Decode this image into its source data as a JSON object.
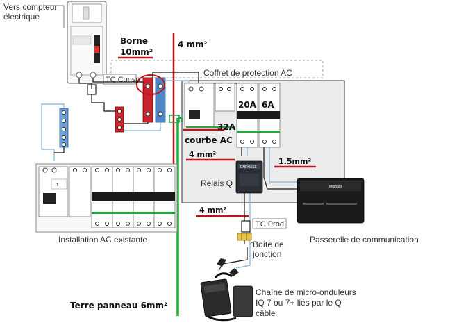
{
  "labels": {
    "meter_line1": "Vers compteur",
    "meter_line2": "électrique",
    "borne_line1": "Borne",
    "borne_line2": "10mm²",
    "top_wire": "4 mm²",
    "coffret": "Coffret de protection AC",
    "tc_conso": "TC Conso.",
    "breaker_20a": "20A",
    "breaker_6a": "6A",
    "b32a": "32A",
    "courbe_ac": "courbe AC",
    "wire_4mm_a": "4 mm²",
    "wire_15mm": "1.5mm²",
    "relais_q": "Relais Q",
    "wire_4mm_b": "4 mm²",
    "tc_prod": "TC Prod.",
    "installation": "Installation AC existante",
    "passerelle": "Passerelle de communication",
    "boite_line1": "Boîte de",
    "boite_line2": "jonction",
    "chaine_line1": "Chaîne de micro-onduleurs",
    "chaine_line2": "IQ 7 ou 7+ liés par le Q",
    "chaine_line3": "câble",
    "terre": "Terre panneau 6mm²",
    "relay_brand": "ENPHASE",
    "gateway_brand": "enphase"
  },
  "colors": {
    "red": "#c0141c",
    "green": "#1faa3a",
    "blue_wire": "#7fb3d9",
    "terminal_blue": "#4f86c6",
    "black": "#151515",
    "panel_gray": "#ececec"
  }
}
